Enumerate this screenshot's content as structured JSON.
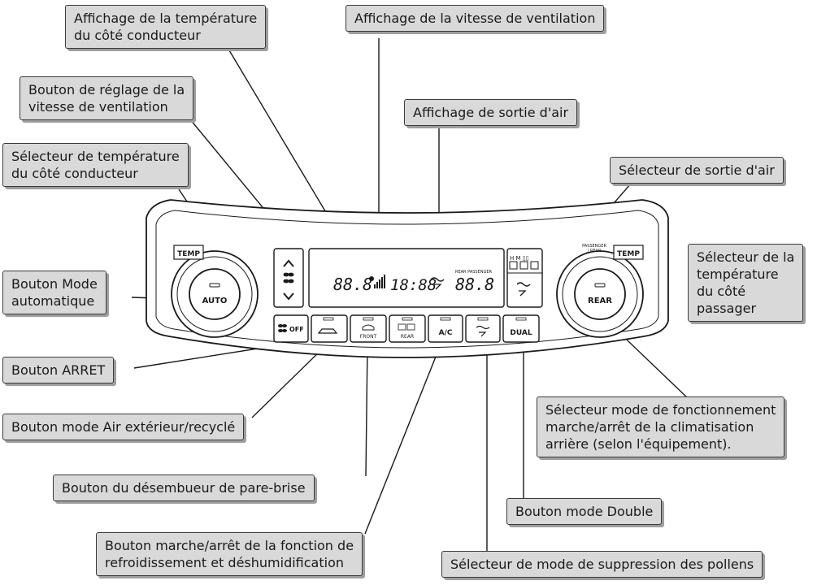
{
  "callouts": {
    "temp_display_driver": "Affichage de la température\ndu côté conducteur",
    "fan_speed_display": "Affichage de la vitesse de ventilation",
    "fan_speed_button": "Bouton de réglage de la\nvitesse de ventilation",
    "air_outlet_display": "Affichage de sortie d'air",
    "temp_selector_driver": "Sélecteur de température\ndu côté conducteur",
    "air_outlet_selector": "Sélecteur de sortie d'air",
    "auto_mode_button": "Bouton Mode\nautomatique",
    "temp_selector_passenger": "Sélecteur de la\ntempérature\ndu côté\npassager",
    "off_button": "Bouton ARRET",
    "air_recirc_button": "Bouton mode Air extérieur/recyclé",
    "rear_ac_selector": "Sélecteur mode de fonctionnement\nmarche/arrêt de la climatisation\narrière (selon l'équipement).",
    "windshield_defogger_button": "Bouton du désembueur de pare-brise",
    "dual_mode_button": "Bouton mode Double",
    "ac_button": "Bouton marche/arrêt de la fonction de\nrefroidissement et déshumidification",
    "pollen_mode_selector": "Sélecteur de mode de suppression des pollens"
  },
  "panel": {
    "temp_label_left": "TEMP",
    "temp_label_right": "TEMP",
    "passenger_rear_label": "PASSENGER\n/ REAR",
    "auto_label": "AUTO",
    "rear_knob_label": "REAR",
    "off_label": "OFF",
    "front_label": "FRONT",
    "rear_def_label": "REAR",
    "ac_label": "A/C",
    "dual_label": "DUAL",
    "mode_letters": "H  M  ▯▯",
    "display_driver_temp": "88.8",
    "display_clock": "18:88",
    "display_passenger_temp": "88.8",
    "display_rear_passenger_label": "REAR PASSENGER",
    "fan_up_glyph": "^",
    "fan_down_glyph": "v"
  },
  "colors": {
    "callout_fill": "#d9d9d9",
    "callout_border": "#3a3a3a",
    "line": "#1a1a1a"
  }
}
